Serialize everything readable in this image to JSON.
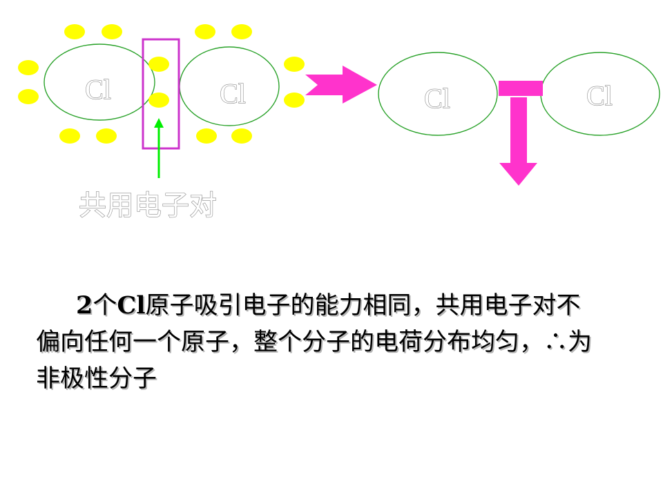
{
  "left_molecule": {
    "atoms": [
      "Cl",
      "Cl"
    ],
    "shared_pair_label": "共用电子对"
  },
  "right_molecule": {
    "atoms": [
      "Cl",
      "Cl"
    ]
  },
  "colors": {
    "electron": "#ffff00",
    "atom_outline": "#2aa22a",
    "pair_box": "#cc33cc",
    "pointer_arrow": "#00ee00",
    "block_arrow": "#ff33cc"
  },
  "explanation": "2个Cl原子吸引电子的能力相同，共用电子对不偏向任何一个原子，整个分子的电荷分布均匀，∴为非极性分子"
}
